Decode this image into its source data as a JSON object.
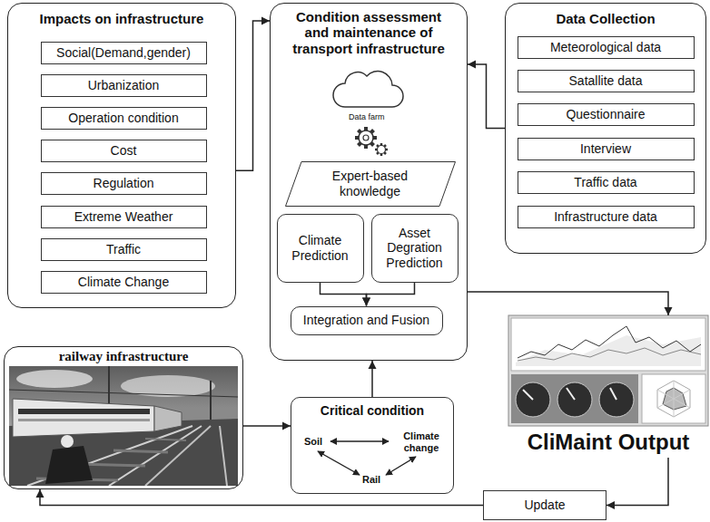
{
  "diagram": {
    "nodes": [
      {
        "text": [
          "Impacts on infrastructure"
        ]
      },
      {
        "text": [
          "Social(Demand,gender)"
        ],
        "in": 0
      },
      {
        "text": [
          "Urbanization"
        ],
        "in": 0
      },
      {
        "text": [
          "Operation condition"
        ],
        "in": 0
      },
      {
        "text": [
          "Cost"
        ],
        "in": 0
      },
      {
        "text": [
          "Regulation"
        ],
        "in": 0
      },
      {
        "text": [
          "Extreme Weather"
        ],
        "in": 0
      },
      {
        "text": [
          "Traffic"
        ],
        "in": 0
      },
      {
        "text": [
          "Climate Change"
        ],
        "in": 0
      },
      {
        "text": [
          "Condition assessment and maintenance of transport infrastructure"
        ]
      },
      {
        "text": [
          "Expert-based knowledge"
        ],
        "in": 9
      },
      {
        "text": [
          "Climate Prediction"
        ],
        "in": 9
      },
      {
        "text": [
          "Asset Degration Prediction"
        ],
        "in": 9
      },
      {
        "text": [
          "Integration and Fusion"
        ],
        "in": 9
      },
      {
        "text": [
          "Data Collection"
        ]
      },
      {
        "text": [
          "Meteorological data"
        ],
        "in": 14
      },
      {
        "text": [
          "Satallite data"
        ],
        "in": 14
      },
      {
        "text": [
          "Questionnaire"
        ],
        "in": 14
      },
      {
        "text": [
          "Interview"
        ],
        "in": 14
      },
      {
        "text": [
          "Traffic data"
        ],
        "in": 14
      },
      {
        "text": [
          "Infrastructure data"
        ],
        "in": 14
      },
      {
        "text": [
          "railway infrastructure"
        ]
      },
      {
        "text": [
          "Critical condition"
        ]
      },
      {
        "text": [
          "CliMaint Output"
        ]
      },
      {
        "text": [
          "Update"
        ]
      }
    ],
    "edges": [
      {
        "from": 0,
        "to": 9,
        "arrow": "to"
      },
      {
        "from": 14,
        "to": 9,
        "arrow": "to"
      },
      {
        "from": 11,
        "to": 13,
        "arrow": "to"
      },
      {
        "from": 12,
        "to": 13,
        "arrow": "to"
      },
      {
        "from": 21,
        "to": 22,
        "arrow": "to"
      },
      {
        "from": 22,
        "to": 9,
        "arrow": "to"
      },
      {
        "from": 9,
        "to": 23,
        "arrow": "to"
      },
      {
        "from": 23,
        "to": 24,
        "arrow": "to"
      },
      {
        "from": 24,
        "to": 21,
        "arrow": "to"
      }
    ],
    "labels": [
      "Data farm",
      "Soil",
      "Climate change",
      "Rail"
    ]
  }
}
